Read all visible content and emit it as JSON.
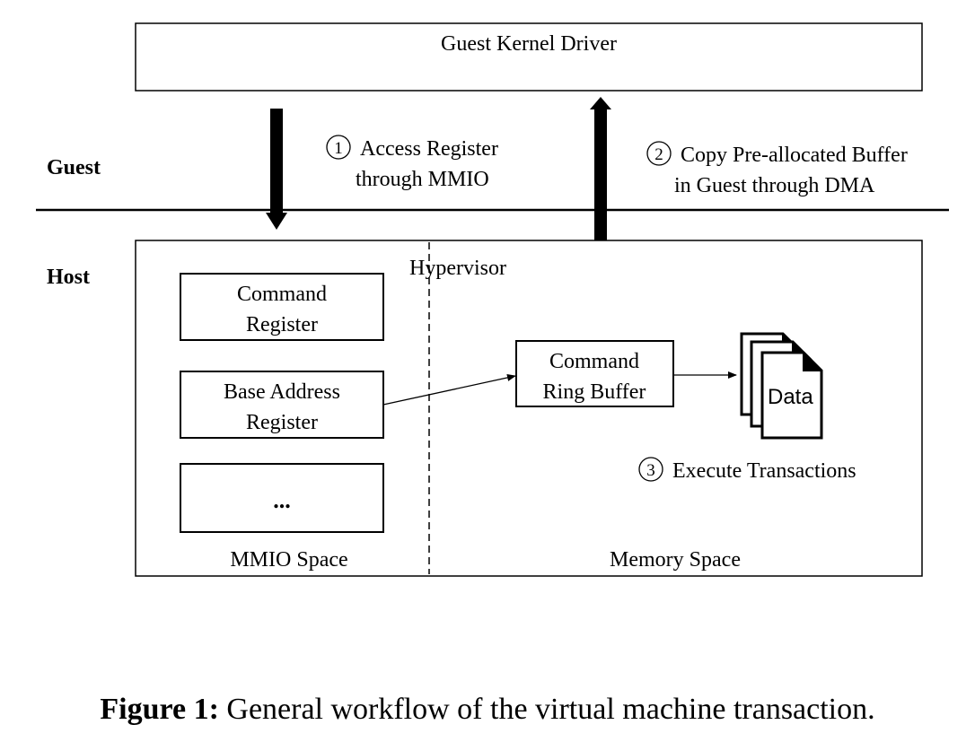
{
  "diagram": {
    "guest_kernel_driver": "Guest Kernel Driver",
    "guest_label": "Guest",
    "host_label": "Host",
    "hypervisor_label": "Hypervisor",
    "step1": {
      "number": "1",
      "line1": "Access Register",
      "line2": "through MMIO"
    },
    "step2": {
      "number": "2",
      "line1": "Copy Pre-allocated Buffer",
      "line2": "in Guest through DMA"
    },
    "step3": {
      "number": "3",
      "line1": "Execute Transactions"
    },
    "command_register": {
      "line1": "Command",
      "line2": "Register"
    },
    "base_address_register": {
      "line1": "Base Address",
      "line2": "Register"
    },
    "ellipsis_box": "...",
    "mmio_space": "MMIO Space",
    "memory_space": "Memory Space",
    "command_ring_buffer": {
      "line1": "Command",
      "line2": "Ring Buffer"
    },
    "data_label": "Data"
  },
  "caption": {
    "figure_label": "Figure 1:",
    "text": "General workflow of the virtual machine transaction."
  }
}
